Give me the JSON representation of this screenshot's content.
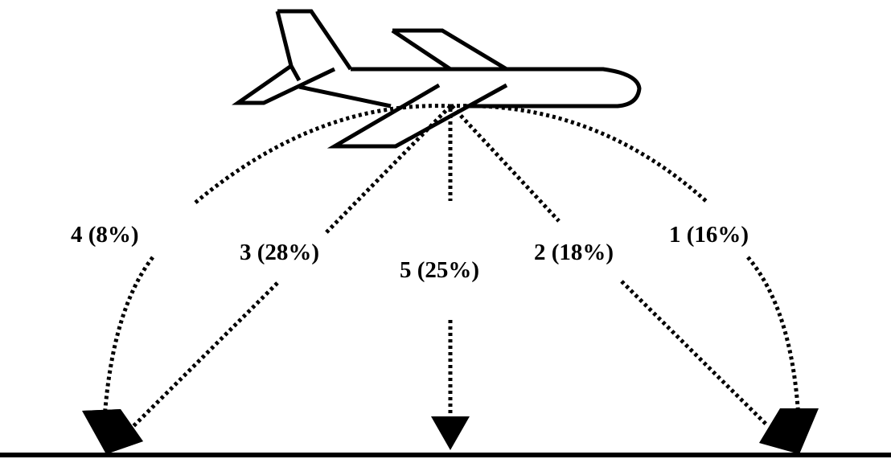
{
  "paths": [
    {
      "number": "4",
      "percent": "(8%)"
    },
    {
      "number": "3",
      "percent": "(28%)"
    },
    {
      "number": "5",
      "percent": "(25%)"
    },
    {
      "number": "2",
      "percent": "(18%)"
    },
    {
      "number": "1",
      "percent": "(16%)"
    }
  ],
  "colors": {
    "ink": "#000000",
    "background": "#ffffff"
  }
}
